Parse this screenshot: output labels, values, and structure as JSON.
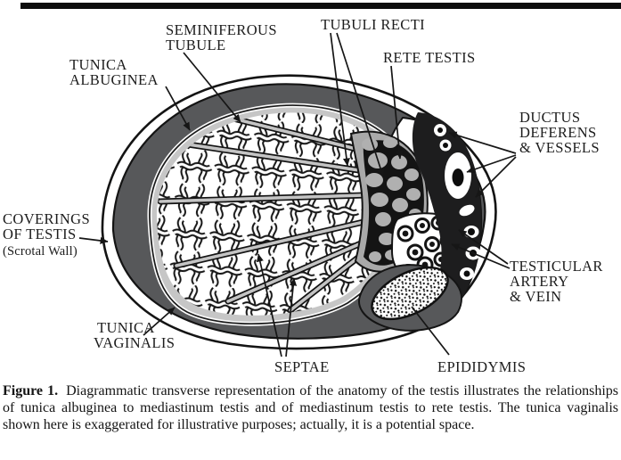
{
  "figure": {
    "labels": {
      "seminiferous_tubule": {
        "line1": "SEMINIFEROUS",
        "line2": "TUBULE"
      },
      "tubuli_recti": {
        "line1": "TUBULI RECTI"
      },
      "tunica_albuginea": {
        "line1": "TUNICA",
        "line2": "ALBUGINEA"
      },
      "rete_testis": {
        "line1": "RETE TESTIS"
      },
      "ductus_deferens_vessels": {
        "line1": "DUCTUS",
        "line2": "DEFERENS",
        "line3": "& VESSELS"
      },
      "coverings_of_testis": {
        "line1": "COVERINGS",
        "line2": "OF TESTIS",
        "line3": "(Scrotal Wall)"
      },
      "testicular_artery_vein": {
        "line1": "TESTICULAR",
        "line2": "ARTERY",
        "line3": "& VEIN"
      },
      "tunica_vaginalis": {
        "line1": "TUNICA",
        "line2": "VAGINALIS"
      },
      "septae": {
        "line1": "SEPTAE"
      },
      "epididymis": {
        "line1": "EPIDIDYMIS"
      }
    },
    "colors": {
      "ink": "#161616",
      "tunica_vaginalis_ring": "#57585a",
      "tunica_albuginea_capsule": "#c6c6c6",
      "septae_gray": "#c4c4c4",
      "mediastinum_cells": "#b0b0b0",
      "vessel_crescent": "#1d1d1e",
      "paper": "#ffffff"
    }
  },
  "caption": {
    "figure_label": "Figure 1.",
    "text": "Diagrammatic transverse representation of the anatomy of the testis illustrates the relationships of tunica albuginea to mediastinum testis and of mediastinum testis to rete testis. The tunica vaginalis shown here is exaggerated for illustrative purposes; actually, it is a potential space."
  }
}
